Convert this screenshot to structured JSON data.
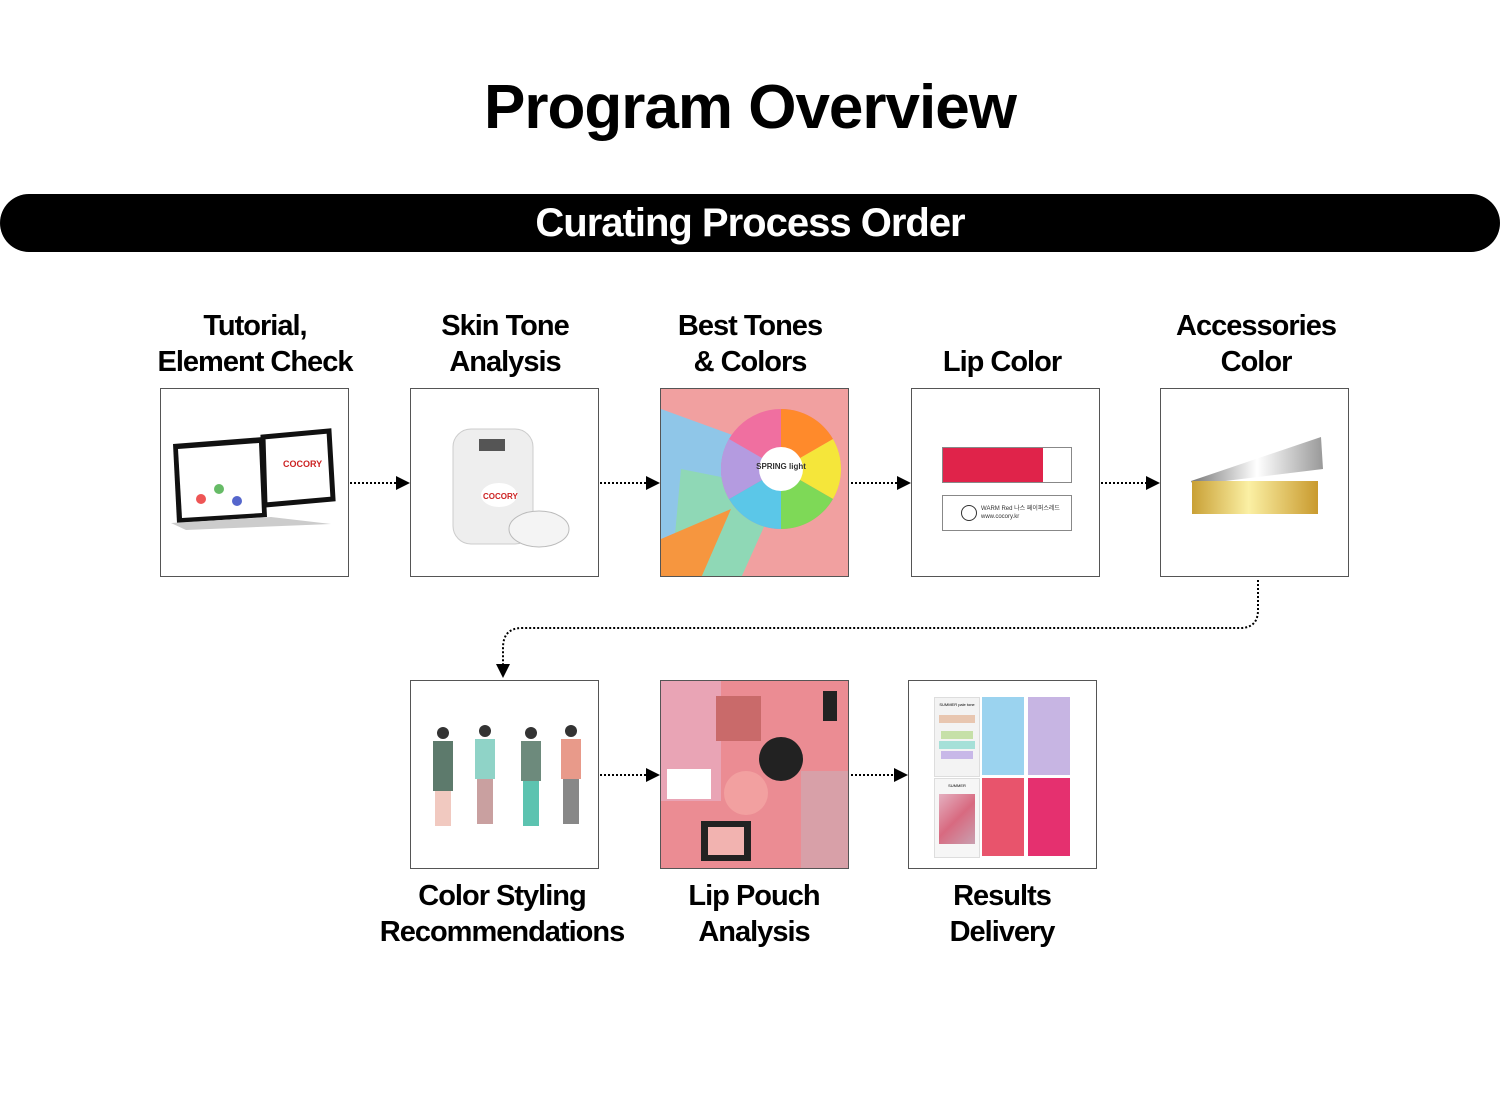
{
  "title": "Program Overview",
  "banner": "Curating Process Order",
  "steps": [
    {
      "line1": "Tutorial,",
      "line2": "Element Check",
      "image_text": "COCORY"
    },
    {
      "line1": "Skin Tone",
      "line2": "Analysis",
      "image_text": "COCORY"
    },
    {
      "line1": "Best Tones",
      "line2": "& Colors",
      "image_text": "SPRING light"
    },
    {
      "line1": "",
      "line2": "Lip Color",
      "image_text": "WARM Red 나스 페이퍼스레드",
      "image_subtext": "www.cocory.kr"
    },
    {
      "line1": "Accessories",
      "line2": "Color"
    },
    {
      "line1": "Color Styling",
      "line2": "Recommendations"
    },
    {
      "line1": "Lip Pouch",
      "line2": "Analysis"
    },
    {
      "line1": "Results",
      "line2": "Delivery",
      "image_text": "SUMMER pale tone",
      "image_subtext": "SUMMER"
    }
  ],
  "colors": {
    "lip_red": "#e0234a",
    "pink": "#e8546c",
    "magenta": "#e5306f",
    "blue": "#9bd3ef",
    "lavender": "#c7b5e3"
  }
}
